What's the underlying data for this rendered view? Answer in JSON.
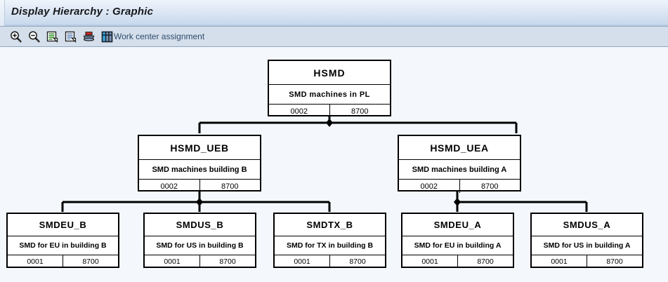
{
  "window": {
    "title": "Display Hierarchy : Graphic"
  },
  "toolbar": {
    "label": "Work center assignment",
    "icons": [
      {
        "name": "zoom-in-icon",
        "title": "Zoom in"
      },
      {
        "name": "zoom-out-icon",
        "title": "Zoom out"
      },
      {
        "name": "list-green-icon",
        "title": "Display list"
      },
      {
        "name": "list-blue-icon",
        "title": "Display detail"
      },
      {
        "name": "print-icon",
        "title": "Print"
      },
      {
        "name": "grid-icon",
        "title": "Grid view"
      }
    ]
  },
  "colors": {
    "title_bar_top": "#eef4fb",
    "title_bar_bottom": "#b2c6de",
    "toolbar_bg": "#d4dfeb",
    "canvas_bg": "#f4f8fd",
    "node_border": "#000000",
    "node_bg": "#ffffff",
    "connector": "#000000",
    "toolbar_text": "#2f4a6d"
  },
  "hierarchy": {
    "root": {
      "id": "hsmd",
      "code": "HSMD",
      "description": "SMD machines  in  PL",
      "value_left": "0002",
      "value_right": "8700"
    },
    "level2": [
      {
        "id": "hsmd-ueb",
        "code": "HSMD_UEB",
        "description": "SMD machines building B",
        "value_left": "0002",
        "value_right": "8700"
      },
      {
        "id": "hsmd-uea",
        "code": "HSMD_UEA",
        "description": "SMD machines building A",
        "value_left": "0002",
        "value_right": "8700"
      }
    ],
    "leaves": [
      {
        "id": "smdeu-b",
        "code": "SMDEU_B",
        "description": "SMD for EU in building B",
        "value_left": "0001",
        "value_right": "8700",
        "parent": "hsmd-ueb"
      },
      {
        "id": "smdus-b",
        "code": "SMDUS_B",
        "description": "SMD for US in building B",
        "value_left": "0001",
        "value_right": "8700",
        "parent": "hsmd-ueb"
      },
      {
        "id": "smdtx-b",
        "code": "SMDTX_B",
        "description": "SMD for TX in building B",
        "value_left": "0001",
        "value_right": "8700",
        "parent": "hsmd-ueb"
      },
      {
        "id": "smdeu-a",
        "code": "SMDEU_A",
        "description": "SMD for EU in building A",
        "value_left": "0001",
        "value_right": "8700",
        "parent": "hsmd-uea"
      },
      {
        "id": "smdus-a",
        "code": "SMDUS_A",
        "description": "SMD for US in building A",
        "value_left": "0001",
        "value_right": "8700",
        "parent": "hsmd-uea"
      }
    ]
  }
}
